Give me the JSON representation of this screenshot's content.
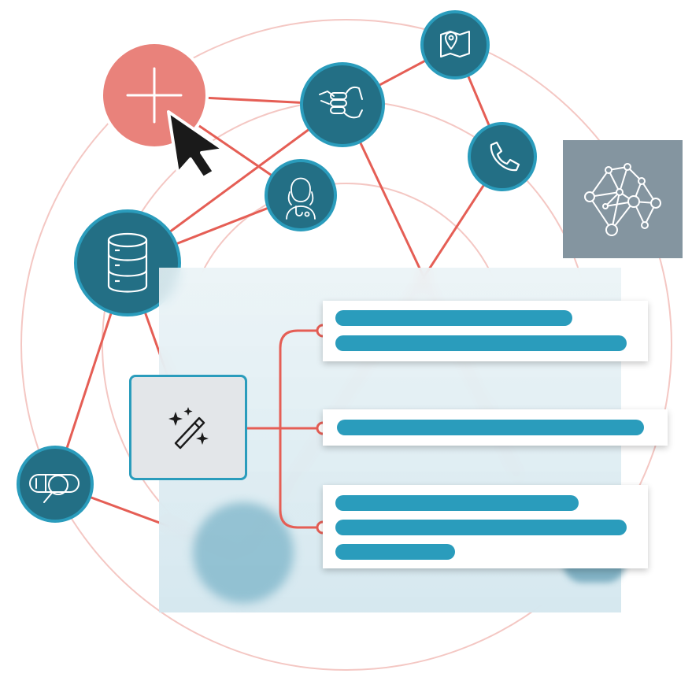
{
  "colors": {
    "accent_red": "#e55e55",
    "add_node": "#e9827b",
    "node_teal": "#236f85",
    "node_ring": "#2a9cbc",
    "ring": "#f4c7c3",
    "bar": "#2a9cbc",
    "tile_gray": "#8495a0",
    "magic_bg": "#e3e6e9"
  },
  "icons": {
    "add": "plus-icon",
    "cursor": "mouse-pointer-icon",
    "database": "database-icon",
    "handshake": "handshake-icon",
    "map": "map-pin-icon",
    "phone": "phone-icon",
    "doctor": "doctor-icon",
    "pill": "pill-search-icon",
    "network": "network-graph-icon",
    "magic": "magic-wand-sparkles-icon"
  },
  "cards": [
    {
      "bars": [
        0.79,
        0.97
      ]
    },
    {
      "bars": [
        0.96
      ]
    },
    {
      "bars": [
        0.81,
        0.97,
        0.4
      ]
    }
  ]
}
